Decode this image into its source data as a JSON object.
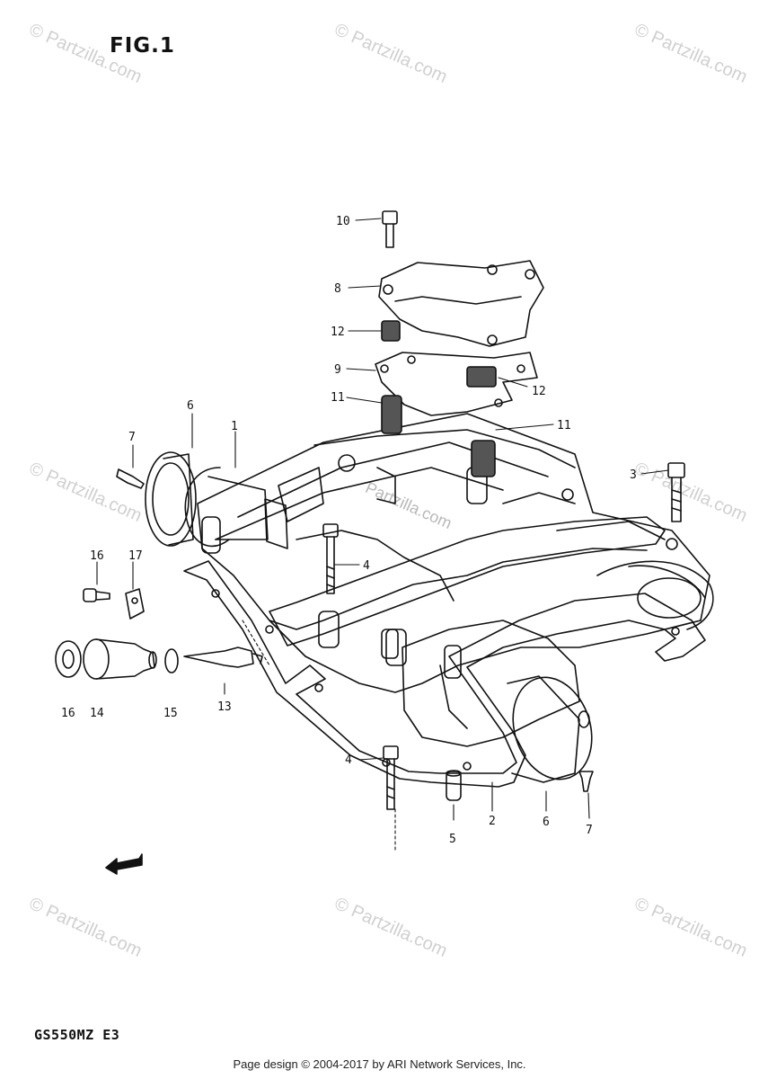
{
  "figure": {
    "title": "FIG.1",
    "model_code": "GS550MZ  E3"
  },
  "watermark": {
    "text": "© Partzilla.com",
    "center_text": "Partzilla.com"
  },
  "footer": {
    "text": "Page design © 2004-2017 by ARI Network Services, Inc."
  },
  "callouts": {
    "c1": "1",
    "c2": "2",
    "c3": "3",
    "c4a": "4",
    "c4b": "4",
    "c5": "5",
    "c6a": "6",
    "c6b": "6",
    "c7a": "7",
    "c7b": "7",
    "c8": "8",
    "c9": "9",
    "c10": "10",
    "c11a": "11",
    "c11b": "11",
    "c12a": "12",
    "c12b": "12",
    "c13": "13",
    "c14": "14",
    "c15": "15",
    "c16a": "16",
    "c16b": "16",
    "c17": "17"
  }
}
